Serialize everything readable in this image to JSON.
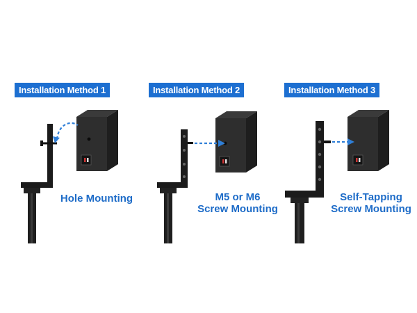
{
  "methods": [
    {
      "badge": "Installation Method 1",
      "caption_lines": [
        "Hole Mounting"
      ]
    },
    {
      "badge": "Installation Method 2",
      "caption_lines": [
        "M5 or M6",
        "Screw Mounting"
      ]
    },
    {
      "badge": "Installation Method 3",
      "caption_lines": [
        "Self-Tapping",
        "Screw Mounting"
      ]
    }
  ],
  "colors": {
    "badge_bg": "#1d6fd1",
    "caption_text": "#1e6cc8",
    "arrow": "#2f7fd8",
    "bracket": "#1b1b1b",
    "speaker": "#2b2b2b"
  }
}
